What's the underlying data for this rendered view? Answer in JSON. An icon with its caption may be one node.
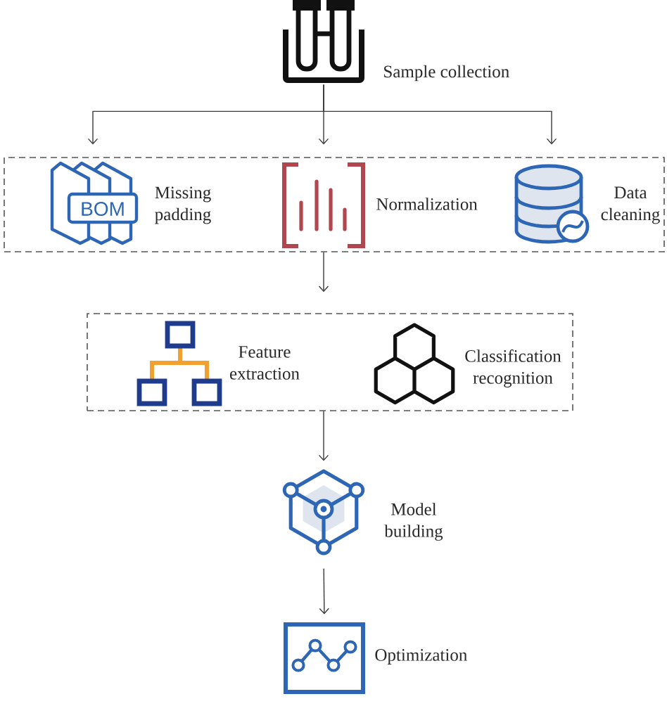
{
  "diagram": {
    "nodes": [
      {
        "text": [],
        "shape": "picture",
        "beside": [
          "Sample collection"
        ]
      },
      {
        "text": [],
        "shape": "box"
      },
      {
        "text": [],
        "shape": "picture",
        "beside": [
          "Missing padding"
        ],
        "in": 1
      },
      {
        "text": [],
        "shape": "picture",
        "beside": [
          "Normalization"
        ],
        "in": 1
      },
      {
        "text": [],
        "shape": "picture",
        "beside": [
          "Data cleaning"
        ],
        "in": 1
      },
      {
        "text": [],
        "shape": "box"
      },
      {
        "text": [],
        "shape": "picture",
        "beside": [
          "Feature extraction"
        ],
        "in": 5
      },
      {
        "text": [],
        "shape": "picture",
        "beside": [
          "Classification recognition"
        ],
        "in": 5
      },
      {
        "text": [],
        "shape": "picture",
        "beside": [
          "Model building"
        ]
      },
      {
        "text": [],
        "shape": "picture",
        "beside": [
          "Optimization"
        ]
      }
    ],
    "edges": [
      {
        "from": 0,
        "to": 2,
        "arrow": "to"
      },
      {
        "from": 0,
        "to": 3,
        "arrow": "to"
      },
      {
        "from": 0,
        "to": 4,
        "arrow": "to"
      },
      {
        "from": 1,
        "to": 5,
        "arrow": "to"
      },
      {
        "from": 5,
        "to": 8,
        "arrow": "to"
      },
      {
        "from": 8,
        "to": 9,
        "arrow": "to"
      }
    ],
    "labels": [
      "BOM"
    ]
  }
}
